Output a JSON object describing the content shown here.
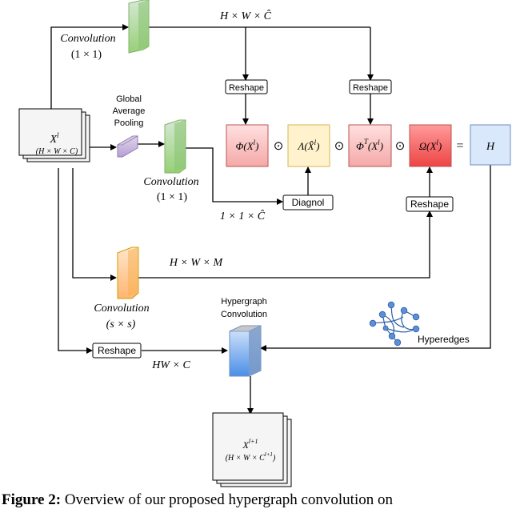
{
  "labels": {
    "conv1_name": "Convolution",
    "conv1_kernel": "(1 × 1)",
    "dim_top": "H × W × Ĉ",
    "gap_line1": "Global",
    "gap_line2": "Average",
    "gap_line3": "Pooling",
    "conv2_name": "Convolution",
    "conv2_kernel": "(1 × 1)",
    "dim_diag": "1 × 1 × Ĉ",
    "dim_m": "H × W × M",
    "conv3_name": "Convolution",
    "conv3_kernel": "(s × s)",
    "hg_line1": "Hypergraph",
    "hg_line2": "Convolution",
    "dim_hw": "HW × C",
    "hyperedges": "Hyperedges"
  },
  "inputs": {
    "xl": "X",
    "xl_sup": "l",
    "xl_dims": "(H × W × C)",
    "xout": "X",
    "xout_sup": "l+1",
    "xout_dims": "(H × W × C",
    "xout_dims_sup": "l+1",
    "xout_dims_end": ")"
  },
  "ops": {
    "reshape1": "Reshape",
    "reshape2": "Reshape",
    "reshape3": "Reshape",
    "reshape4": "Reshape",
    "diagnol": "Diagnol"
  },
  "equation": {
    "phi": "Φ(X",
    "phi_sup": "l",
    "phi_end": ")",
    "lambda": "Λ(X̂",
    "lambda_sup": "l",
    "lambda_end": ")",
    "phit": "Φ",
    "phit_sup": "T",
    "phit_mid": "(X",
    "phit_sup2": "l",
    "phit_end": ")",
    "omega": "Ω(X",
    "omega_sup": "l",
    "omega_end": ")",
    "h": "H",
    "odot1": "⊙",
    "odot2": "⊙",
    "odot3": "⊙",
    "equals": "="
  },
  "colors": {
    "green": "#d5e8d4",
    "green_stroke": "#82b366",
    "pink": "#f8cecc",
    "pink_stroke": "#b85450",
    "yellow": "#fff2cc",
    "yellow_stroke": "#d6b656",
    "red": "#f36b6b",
    "blue": "#dae8fc",
    "blue_stroke": "#6c8ebf",
    "purple": "#e1d5e7",
    "orange": "#ffe6cc",
    "orange_stroke": "#d79b00",
    "node": "#5b8fd6"
  },
  "caption": {
    "label": "Figure 2:",
    "text": " Overview of our proposed hypergraph convolution on"
  }
}
